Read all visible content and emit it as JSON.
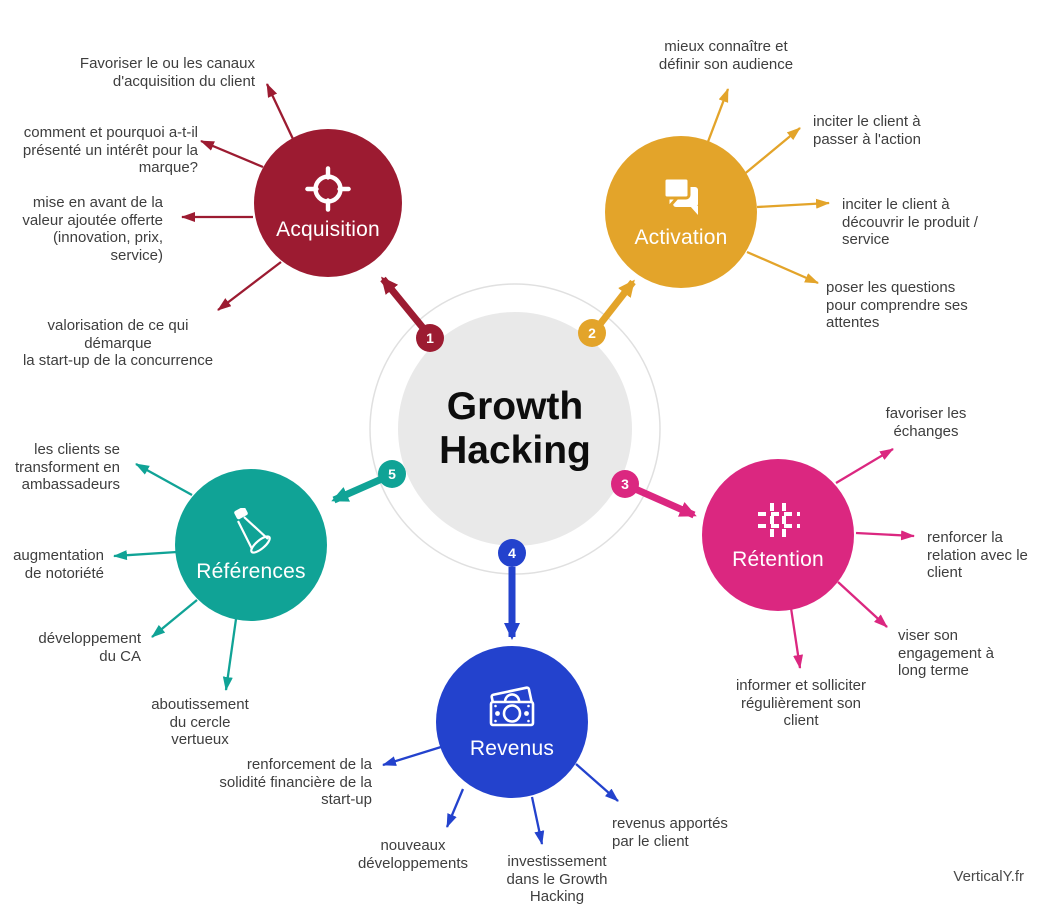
{
  "title": "Growth\nHacking",
  "watermark": "VerticalY.fr",
  "colors": {
    "acquisition": "#9C1B31",
    "activation": "#E3A42A",
    "retention": "#DB2780",
    "revenus": "#2342CD",
    "references": "#10A396",
    "center_fill": "#E9E9E9",
    "ring_stroke": "#E0E0E0",
    "note_text": "#3E3E3E"
  },
  "nodes": [
    {
      "id": "acquisition",
      "number": "1",
      "label": "Acquisition",
      "color": "#9C1B31",
      "icon": "target-icon",
      "notes": [
        "Favoriser le ou les canaux\nd'acquisition du client",
        "comment et pourquoi a-t-il\nprésenté un intérêt pour la\nmarque?",
        "mise en avant de la\nvaleur ajoutée offerte\n(innovation, prix,\nservice)",
        "valorisation de ce qui démarque\nla start-up de la concurrence"
      ]
    },
    {
      "id": "activation",
      "number": "2",
      "label": "Activation",
      "color": "#E3A42A",
      "icon": "chat-bubbles-icon",
      "notes": [
        "mieux connaître et\ndéfinir son audience",
        "inciter le client à\npasser à l'action",
        "inciter le client à\ndécouvrir le produit /\nservice",
        "poser les questions\npour comprendre ses\nattentes"
      ]
    },
    {
      "id": "retention",
      "number": "3",
      "label": "Rétention",
      "color": "#DB2780",
      "icon": "hash-grid-icon",
      "notes": [
        "favoriser les\néchanges",
        "renforcer la\nrelation avec le\nclient",
        "viser son\nengagement à\nlong terme",
        "informer et solliciter\nrégulièrement son\nclient"
      ]
    },
    {
      "id": "revenus",
      "number": "4",
      "label": "Revenus",
      "color": "#2342CD",
      "icon": "banknotes-icon",
      "notes": [
        "renforcement de la\nsolidité financière de la\nstart-up",
        "nouveaux\ndéveloppements",
        "investissement\ndans le Growth\nHacking",
        "revenus apportés\npar le client"
      ]
    },
    {
      "id": "references",
      "number": "5",
      "label": "Références",
      "color": "#10A396",
      "icon": "spotlight-icon",
      "notes": [
        "les clients se\ntransforment en\nambassadeurs",
        "augmentation\nde notoriété",
        "développement\ndu CA",
        "aboutissement\ndu cercle\nvertueux"
      ]
    }
  ]
}
